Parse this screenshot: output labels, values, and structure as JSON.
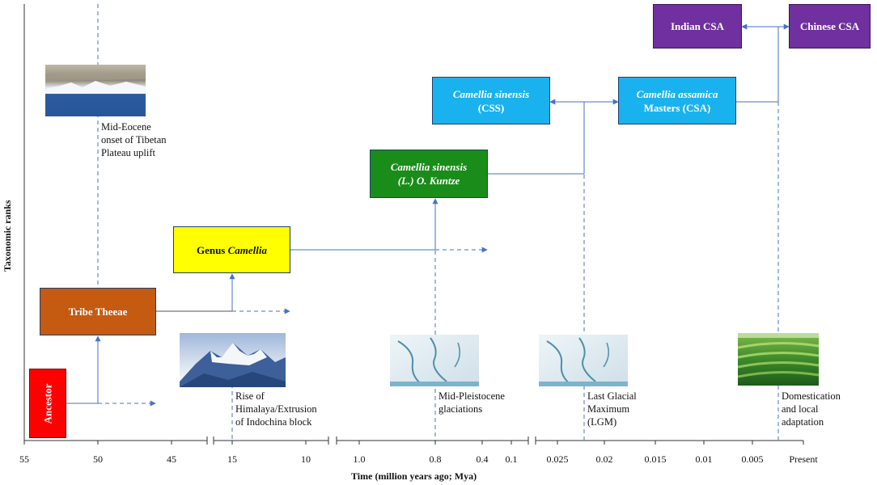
{
  "title": "",
  "axis": {
    "x_title": "Time (million years ago; Mya)",
    "y_title": "Taxonomic ranks",
    "ticks": [
      "55",
      "50",
      "45",
      "15",
      "10",
      "1.0",
      "0.8",
      "0.4",
      "0.1",
      "0.025",
      "0.02",
      "0.015",
      "0.01",
      "0.005",
      "Present"
    ]
  },
  "nodes": {
    "ancestor": {
      "label": "Ancestor",
      "color": "#ff0000"
    },
    "tribe": {
      "label": "Tribe Theeae",
      "color": "#c55a11"
    },
    "genus": {
      "prefix": "Genus ",
      "italic": "Camellia",
      "color": "#ffff00"
    },
    "sinensis": {
      "line1": "Camellia sinensis",
      "line2": "(L.) O. Kuntze",
      "color": "#1a8c1a"
    },
    "css": {
      "line1": "Camellia sinensis",
      "line2": "(CSS)",
      "color": "#1ab2ee"
    },
    "csa": {
      "line1": "Camellia assamica",
      "line2": "Masters (CSA)",
      "color": "#1ab2ee"
    },
    "indian": {
      "label": "Indian CSA",
      "color": "#7030a0"
    },
    "chinese": {
      "label": "Chinese CSA",
      "color": "#7030a0"
    }
  },
  "events": {
    "tibetan": [
      "Mid-Eocene",
      "onset of Tibetan",
      "Plateau uplift"
    ],
    "himalaya": [
      "Rise of",
      "Himalaya/Extrusion",
      "of Indochina block"
    ],
    "pleistocene": [
      "Mid-Pleistocene",
      "glaciations"
    ],
    "lgm": [
      "Last Glacial",
      "Maximum",
      "(LGM)"
    ],
    "domestication": [
      "Domestication",
      "and local",
      "adaptation"
    ]
  },
  "photos": {
    "tibetan": "lake-mountain-photo",
    "himalaya": "snowy-mountain-photo",
    "pleistocene": "glacier-photo",
    "lgm": "glacier-photo",
    "domestication": "tea-plantation-photo"
  },
  "colors": {
    "connector": "#4472c4",
    "axis": "#333333"
  }
}
